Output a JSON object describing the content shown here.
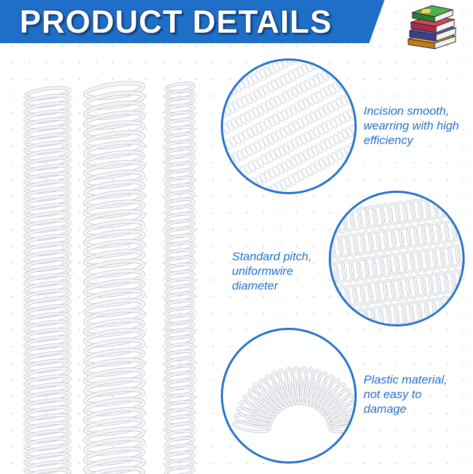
{
  "banner": {
    "title": "PRODUCT DETAILS"
  },
  "logo": {
    "icon": "stacked-books-icon"
  },
  "colors": {
    "accent": "#1f6fc9",
    "accent_dark": "#0b3f85",
    "spring": "#f4f5f7",
    "spring_shade": "#c9ced6"
  },
  "features": [
    {
      "id": "incision",
      "lines": [
        "Incision smooth,",
        "wearring with high",
        "efficiency"
      ]
    },
    {
      "id": "pitch",
      "lines": [
        "Standard pitch,",
        "uniformwire",
        "diameter"
      ]
    },
    {
      "id": "material",
      "lines": [
        "Plastic material,",
        "not easy to",
        "damage"
      ]
    }
  ]
}
